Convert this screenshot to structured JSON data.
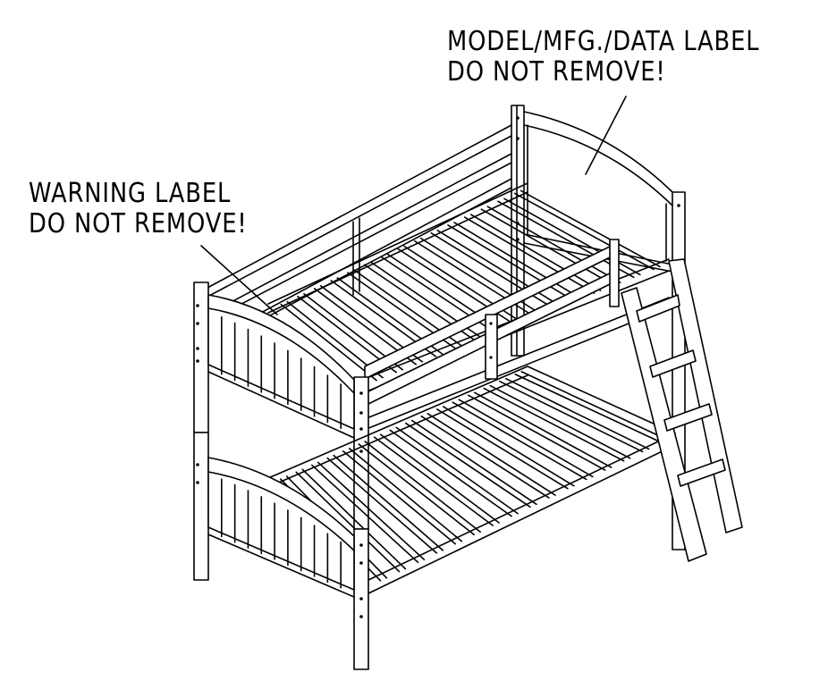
{
  "labels": {
    "model": {
      "line1": "MODEL/MFG./DATA LABEL",
      "line2": "DO NOT REMOVE!"
    },
    "warning": {
      "line1": "WARNING LABEL",
      "line2": "DO NOT REMOVE!"
    }
  }
}
